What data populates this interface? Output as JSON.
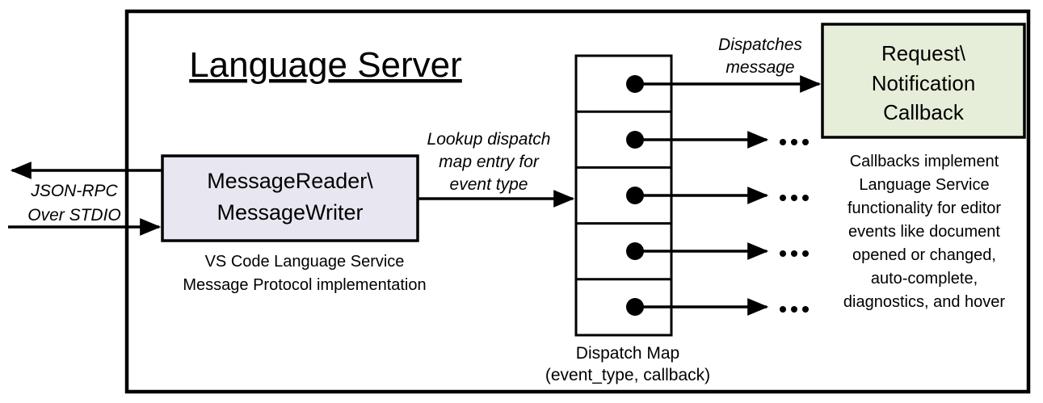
{
  "diagram": {
    "title": "Language Server",
    "io_channel": {
      "label_lines": [
        "JSON-RPC",
        "Over STDIO"
      ]
    },
    "reader_writer": {
      "box_lines": [
        "MessageReader\\",
        "MessageWriter"
      ],
      "caption_lines": [
        "VS Code Language Service",
        "Message Protocol implementation"
      ]
    },
    "lookup_label_lines": [
      "Lookup dispatch",
      "map entry for",
      "event type"
    ],
    "dispatches_label_lines": [
      "Dispatches",
      "message"
    ],
    "dispatch_map": {
      "row_count": 5,
      "label_lines": [
        "Dispatch Map",
        "(event_type, callback)"
      ]
    },
    "callback": {
      "box_lines": [
        "Request\\",
        "Notification",
        "Callback"
      ],
      "caption_lines": [
        "Callbacks implement",
        "Language Service",
        "functionality for editor",
        "events like document",
        "opened or changed,",
        "auto-complete,",
        "diagnostics, and hover"
      ]
    },
    "icons": {
      "arrowhead": "▶",
      "map_entry_dot": "●",
      "ellipsis": "…"
    },
    "colors": {
      "reader_box_fill": "#e8e6f0",
      "dispatch_map_fill": "#fbe5d6",
      "callback_box_fill": "#e6eeda",
      "line": "#000000",
      "background": "#ffffff"
    }
  }
}
